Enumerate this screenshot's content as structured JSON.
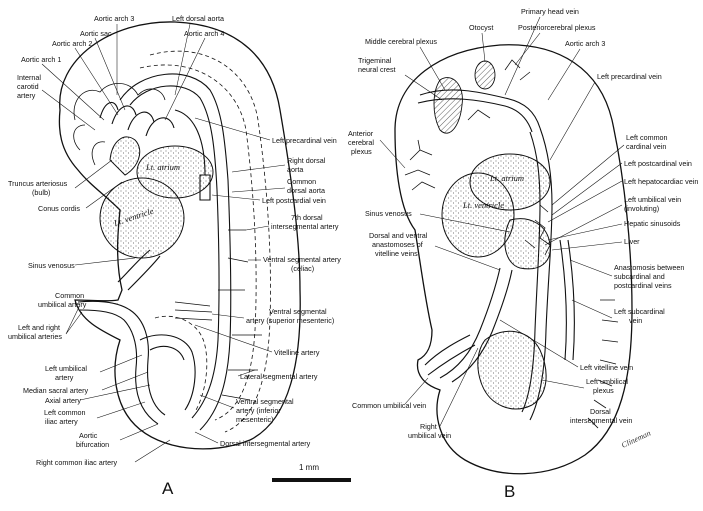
{
  "panels": {
    "a": "A",
    "b": "B"
  },
  "scale_bar": {
    "label": "1 mm"
  },
  "organ_labels": {
    "a_atrium": "Lt. atrium",
    "a_ventricle": "Lt. ventricle",
    "b_atrium": "Lt. atrium",
    "b_ventricle": "Lt. ventricle"
  },
  "panel_a_labels": {
    "aortic_arch_3": "Aortic arch 3",
    "left_dorsal_aorta": "Left dorsal aorta",
    "aortic_sac": "Aortic sac",
    "aortic_arch_4": "Aortic arch 4",
    "aortic_arch_2": "Aortic arch 2",
    "aortic_arch_1": "Aortic arch 1",
    "internal_carotid_1": "Internal",
    "internal_carotid_2": "carotid",
    "internal_carotid_3": "artery",
    "left_precardinal_vein": "Left precardinal vein",
    "right_dorsal_aorta_1": "Right dorsal",
    "right_dorsal_aorta_2": "aorta",
    "common_dorsal_aorta_1": "Common",
    "common_dorsal_aorta_2": "dorsal aorta",
    "left_postcardial_vein": "Left postcardial vein",
    "truncus_1": "Truncus arteriosus",
    "truncus_2": "(bulb)",
    "conus_cordis": "Conus cordis",
    "seventh_dorsal_1": "7th dorsal",
    "seventh_dorsal_2": "intersegmental artery",
    "sinus_venosus": "Sinus venosus",
    "ventral_celiac_1": "Ventral segmental artery",
    "ventral_celiac_2": "(celiac)",
    "common_umbilical_1": "Common",
    "common_umbilical_2": "umbilical artery",
    "ventral_sup_mes_1": "Ventral segmental",
    "ventral_sup_mes_2": "artery (superior mesenteric)",
    "lr_umbilical_1": "Left and right",
    "lr_umbilical_2": "umbilical arteries",
    "vitelline_artery": "Vitelline artery",
    "left_umbilical_1": "Left umbilical",
    "left_umbilical_2": "artery",
    "lateral_segmental": "Lateral segmental artery",
    "median_sacral": "Median sacral artery",
    "axial_artery": "Axial artery",
    "left_common_iliac_1": "Left common",
    "left_common_iliac_2": "iliac artery",
    "ventral_inf_mes_1": "Ventral segmental",
    "ventral_inf_mes_2": "artery (inferior",
    "ventral_inf_mes_3": "mesenteric)",
    "aortic_bifurcation_1": "Aortic",
    "aortic_bifurcation_2": "bifurcation",
    "dorsal_intersegmental": "Dorsal intersegmental artery",
    "right_common_iliac": "Right common iliac artery"
  },
  "panel_b_labels": {
    "primary_head_vein": "Primary head vein",
    "otocyst": "Otocyst",
    "posteriorcerebral_plexus": "Posteriorcerebral plexus",
    "middle_cerebral_plexus": "Middle cerebral plexus",
    "aortic_arch_3": "Aortic arch 3",
    "trigeminal_1": "Trigeminal",
    "trigeminal_2": "neural crest",
    "left_precardinal_vein": "Left precardinal vein",
    "anterior_cerebral_1": "Anterior",
    "anterior_cerebral_2": "cerebral",
    "anterior_cerebral_3": "plexus",
    "left_common_cardinal_1": "Left common",
    "left_common_cardinal_2": "cardinal vein",
    "left_postcardinal_vein": "Left postcardinal vein",
    "left_hepatocardiac_vein": "Left hepatocardiac vein",
    "sinus_venosus": "Sinus venosus",
    "left_umbilical_vein_1": "Left umbilical vein",
    "left_umbilical_vein_2": "(involuting)",
    "hepatic_sinusoids": "Hepatic sinusoids",
    "dorsal_ventral_1": "Dorsal and ventral",
    "dorsal_ventral_2": "anastomoses of",
    "dorsal_ventral_3": "vitelline veins",
    "liver": "Liver",
    "anastomosis_1": "Anastomosis between",
    "anastomosis_2": "subcardinal and",
    "anastomosis_3": "postcardinal veins",
    "left_subcardinal_1": "Left subcardinal",
    "left_subcardinal_2": "vein",
    "left_vitelline_vein": "Left vitelline vein",
    "left_umbilical_plexus_1": "Left umbilical",
    "left_umbilical_plexus_2": "plexus",
    "common_umbilical_vein": "Common umbilical vein",
    "dorsal_intersegmental_1": "Dorsal",
    "dorsal_intersegmental_2": "intersegmental vein",
    "right_umbilical_1": "Right",
    "right_umbilical_2": "umbilical vein"
  }
}
